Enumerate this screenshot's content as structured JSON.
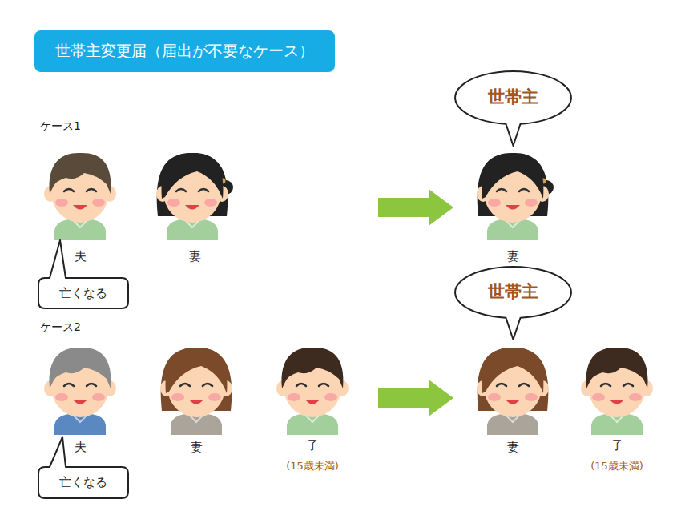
{
  "diagram": {
    "title": "世帯主変更届（届出が不要なケース）",
    "nodes": [
      {
        "text": [
          "世帯主"
        ]
      },
      {
        "text": [
          "亡くなる"
        ]
      },
      {
        "text": [
          "世帯主"
        ]
      },
      {
        "text": [
          "亡くなる"
        ]
      }
    ],
    "labels": [
      "ケース1",
      "夫",
      "妻",
      "妻",
      "ケース2",
      "夫",
      "妻",
      "子",
      "(15歳未満)",
      "妻",
      "子",
      "(15歳未満)"
    ]
  }
}
